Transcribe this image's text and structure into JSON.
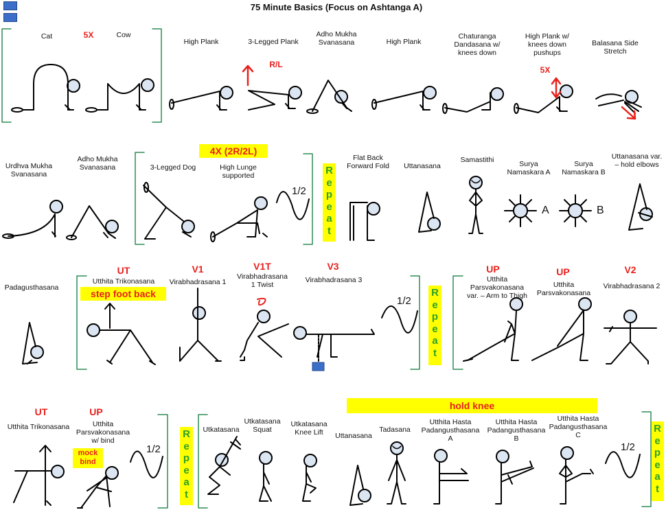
{
  "title": "75 Minute Basics (Focus on Ashtanga A)",
  "row1": {
    "cat": "Cat",
    "cat_reps": "5X",
    "cow": "Cow",
    "high_plank": "High Plank",
    "three_legged_plank": "3-Legged Plank",
    "rl": "R/L",
    "adho_mukha_1": "Adho Mukha",
    "adho_mukha_2": "Svanasana",
    "high_plank_2": "High Plank",
    "chaturanga_1": "Chaturanga",
    "chaturanga_2": "Dandasana w/",
    "chaturanga_3": "knees down",
    "hp_knees_1": "High Plank w/",
    "hp_knees_2": "knees down",
    "hp_knees_3": "pushups",
    "hp_knees_reps": "5X",
    "balasana_1": "Balasana Side",
    "balasana_2": "Stretch"
  },
  "row2": {
    "urdhva_1": "Urdhva Mukha",
    "urdhva_2": "Svanasana",
    "adho_1": "Adho Mukha",
    "adho_2": "Svanasana",
    "reps_box": "4X (2R/2L)",
    "three_legged_dog": "3-Legged Dog",
    "high_lunge_1": "High Lunge",
    "high_lunge_2": "supported",
    "half": "1/2",
    "repeat": [
      "R",
      "e",
      "p",
      "e",
      "a",
      "t"
    ],
    "flatback_1": "Flat Back",
    "flatback_2": "Forward Fold",
    "uttanasana": "Uttanasana",
    "samastithi": "Samastithi",
    "surya_a_1": "Surya",
    "surya_a_2": "Namaskara A",
    "surya_a_letter": "A",
    "surya_b_1": "Surya",
    "surya_b_2": "Namaskara B",
    "surya_b_letter": "B",
    "uttanasana_var_1": "Uttanasana var.",
    "uttanasana_var_2": "– hold elbows"
  },
  "row3": {
    "padagusthasana": "Padagusthasana",
    "ut_abbr": "UT",
    "ut_name": "Utthita Trikonasana",
    "step_back": "step foot back",
    "v1_abbr": "V1",
    "v1_name": "Virabhadrasana 1",
    "v1t_abbr": "V1T",
    "v1t_name_1": "Virabhadrasana",
    "v1t_name_2": "1 Twist",
    "v3_abbr": "V3",
    "v3_name": "Virabhadrasana 3",
    "half": "1/2",
    "repeat": [
      "R",
      "e",
      "p",
      "e",
      "a",
      "t"
    ],
    "up_abbr_1": "UP",
    "up_var_1": "Utthita",
    "up_var_2": "Parsvakonasana",
    "up_var_3": "var. – Arm to Thigh",
    "up_abbr_2": "UP",
    "up_name_1": "Utthita",
    "up_name_2": "Parsvakonasana",
    "v2_abbr": "V2",
    "v2_name": "Virabhadrasana 2"
  },
  "row4": {
    "ut_abbr": "UT",
    "ut_name": "Utthita Trikonasana",
    "up_abbr": "UP",
    "up_bind_1": "Utthita",
    "up_bind_2": "Parsvakonasana",
    "up_bind_3": "w/ bind",
    "mock_1": "mock",
    "mock_2": "bind",
    "half": "1/2",
    "repeat": [
      "R",
      "e",
      "p",
      "e",
      "a",
      "t"
    ],
    "utkatasana": "Utkatasana",
    "squat_1": "Utkatasana",
    "squat_2": "Squat",
    "kneelift_1": "Utkatasana",
    "kneelift_2": "Knee Lift",
    "hold_knee": "hold knee",
    "uttanasana": "Uttanasana",
    "tadasana": "Tadasana",
    "uhp_a_1": "Utthita Hasta",
    "uhp_a_2": "Padangusthasana",
    "uhp_a_3": "A",
    "uhp_b_1": "Utthita Hasta",
    "uhp_b_2": "Padangusthasana",
    "uhp_b_3": "B",
    "uhp_c_1": "Utthita Hasta",
    "uhp_c_2": "Padangusthasana",
    "uhp_c_3": "C",
    "half_2": "1/2",
    "repeat_2": [
      "R",
      "e",
      "p",
      "e",
      "a",
      "t"
    ]
  },
  "colors": {
    "text_red": "#e8201c",
    "highlight": "#ffff00",
    "repeat_green": "#2aa02a",
    "bracket": "#2e8b57",
    "nav_blue": "#3b6fc9"
  }
}
